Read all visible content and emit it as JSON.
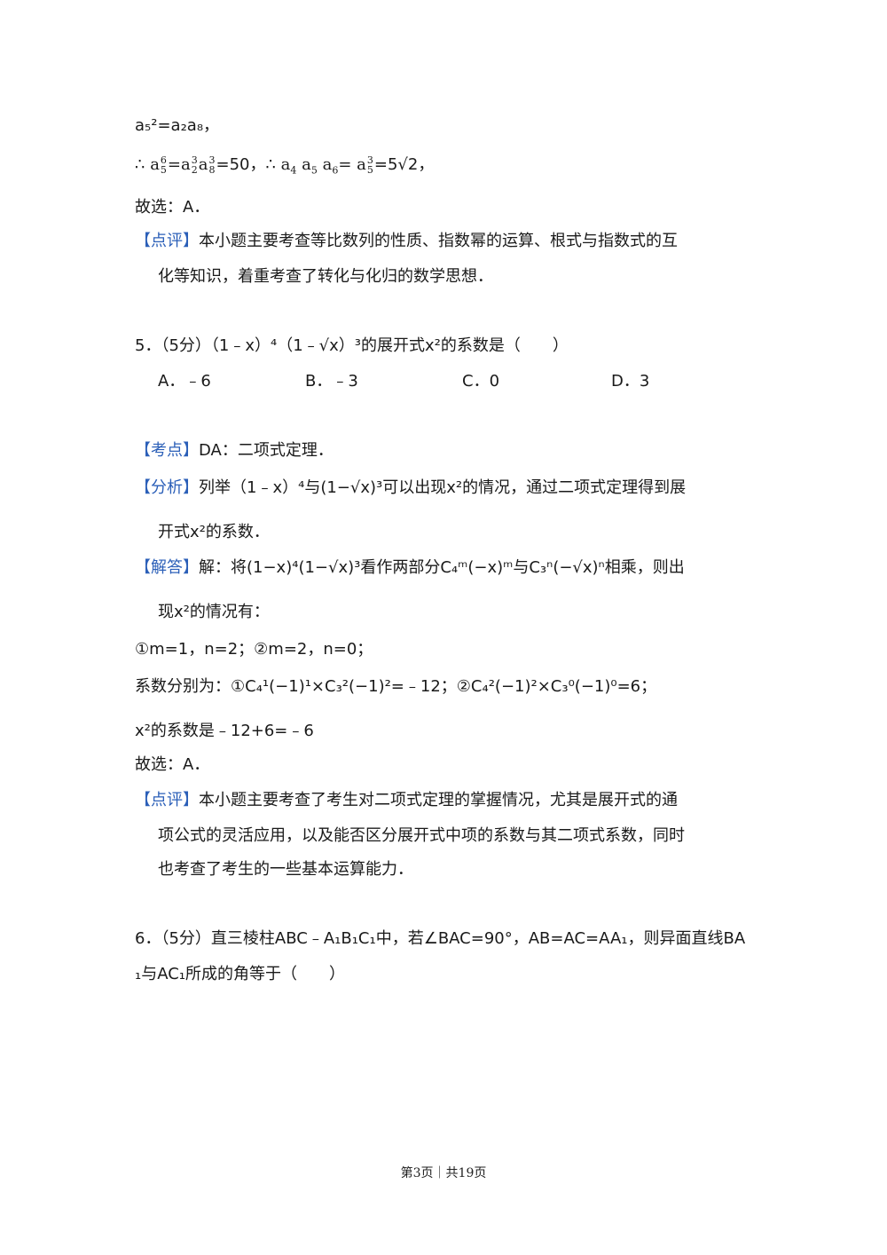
{
  "q4_tail": {
    "line1": "a₅²=a₂a₈，",
    "line2_a": "∴",
    "line2_b": "=50，∴",
    "line2_c": "=5√2，",
    "choice": "故选：A．",
    "review_tag": "【点评】",
    "review_text1": "本小题主要考查等比数列的性质、指数幂的运算、根式与指数式的互",
    "review_text2": "化等知识，着重考查了转化与化归的数学思想．"
  },
  "q5": {
    "stem": "5．（5分）（1﹣x）⁴（1﹣√x）³的展开式x²的系数是（　　）",
    "options": [
      "A．﹣6",
      "B．﹣3",
      "C．0",
      "D．3"
    ],
    "kaodian_tag": "【考点】",
    "kaodian_text": "DA：二项式定理．",
    "fenxi_tag": "【分析】",
    "fenxi_text1": "列举（1﹣x）⁴与(1−√x)³可以出现x²的情况，通过二项式定理得到展",
    "fenxi_text2": "开式x²的系数．",
    "jieda_tag": "【解答】",
    "jieda_text1": "解：将(1−x)⁴(1−√x)³看作两部分C₄ᵐ(−x)ᵐ与C₃ⁿ(−√x)ⁿ相乘，则出",
    "jieda_text2": "现x²的情况有：",
    "cases": "①m=1，n=2；②m=2，n=0；",
    "coef": "系数分别为：①C₄¹(−1)¹×C₃²(−1)²=﹣12；②C₄²(−1)²×C₃⁰(−1)⁰=6；",
    "result": "x²的系数是﹣12+6=﹣6",
    "choice": "故选：A．",
    "review_tag": "【点评】",
    "review_text1": "本小题主要考查了考生对二项式定理的掌握情况，尤其是展开式的通",
    "review_text2": "项公式的灵活应用，以及能否区分展开式中项的系数与其二项式系数，同时",
    "review_text3": "也考查了考生的一些基本运算能力．"
  },
  "q6": {
    "stem1": "6．（5分）直三棱柱ABC﹣A₁B₁C₁中，若∠BAC=90°，AB=AC=AA₁，则异面直线BA",
    "stem2": "₁与AC₁所成的角等于（　　）"
  },
  "footer": "第3页｜共19页"
}
